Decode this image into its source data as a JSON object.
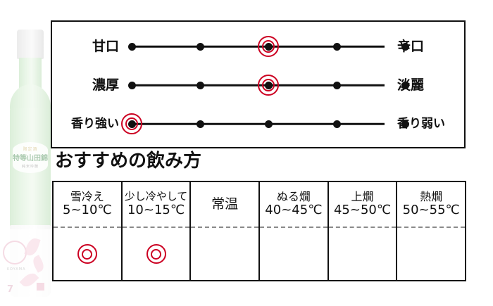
{
  "product_image": {
    "alt_name": "sake-bottle",
    "label_top_line1": "限定酒",
    "label_top_line2": "特等山田錦",
    "label_top_line3": "純米吟醸",
    "label_bottom_text": "KOYAMA",
    "label_bottom_number": "7"
  },
  "taste_chart": {
    "scale_points": 5,
    "rows": [
      {
        "left_label": "甘口",
        "right_label": "辛口",
        "selected_index": 3
      },
      {
        "left_label": "濃厚",
        "right_label": "淡麗",
        "selected_index": 3
      },
      {
        "left_label": "香り強い",
        "right_label": "香り弱い",
        "selected_index": 1
      }
    ]
  },
  "recommend": {
    "heading": "おすすめの飲み方",
    "columns": [
      {
        "name": "雪冷え",
        "range": "5~10℃",
        "selected": true
      },
      {
        "name": "少し冷やして",
        "range": "10~15℃",
        "selected": true
      },
      {
        "name": "常温",
        "range": "",
        "selected": false
      },
      {
        "name": "ぬる燗",
        "range": "40~45℃",
        "selected": false
      },
      {
        "name": "上燗",
        "range": "45~50℃",
        "selected": false
      },
      {
        "name": "熱燗",
        "range": "50~55℃",
        "selected": false
      }
    ]
  },
  "colors": {
    "marker_red": "#cc0022",
    "line_black": "#111111",
    "divider_gray": "#8a8a8a",
    "bottle_green": "#b6dfb1",
    "label_pink": "#f3b8cd"
  }
}
